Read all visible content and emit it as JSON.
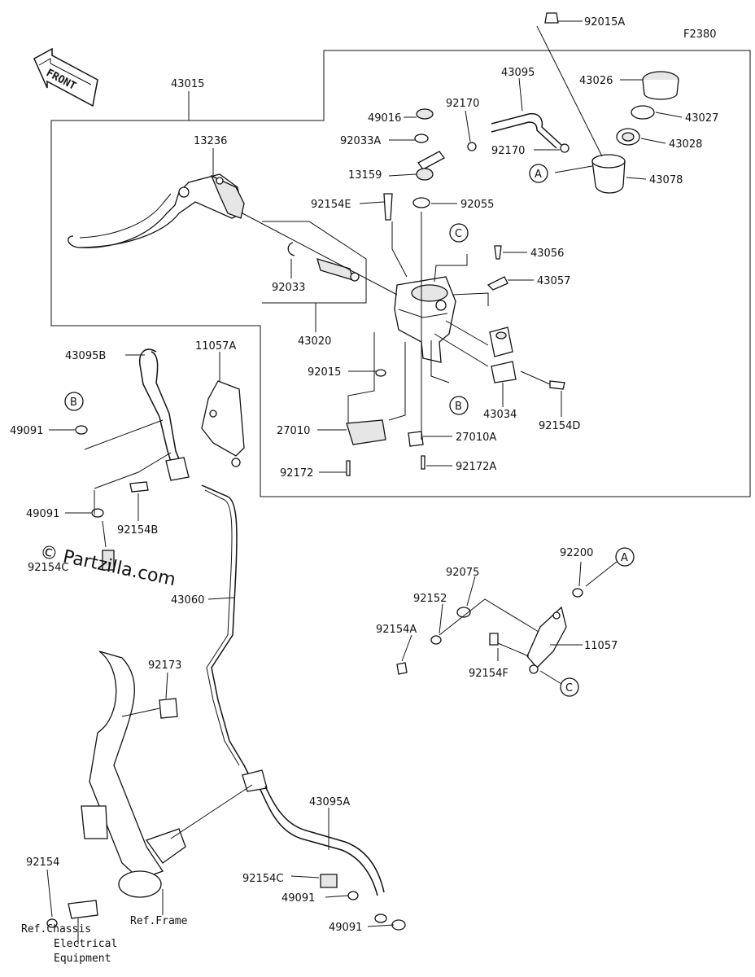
{
  "figure_code": "F2380",
  "front_label": "FRONT",
  "watermark": "© Partzilla.com",
  "callouts": {
    "A1": "A",
    "A2": "A",
    "B1": "B",
    "B2": "B",
    "C1": "C",
    "C2": "C"
  },
  "parts": {
    "p92015A": "92015A",
    "p43015": "43015",
    "p43095": "43095",
    "p43026": "43026",
    "p49016": "49016",
    "p92170a": "92170",
    "p43027": "43027",
    "p92033A": "92033A",
    "p92170b": "92170",
    "p43028": "43028",
    "p13236": "13236",
    "p13159": "13159",
    "p43078": "43078",
    "p92154E": "92154E",
    "p92055": "92055",
    "p43056": "43056",
    "p43057": "43057",
    "p92033": "92033",
    "p43020": "43020",
    "p43095B": "43095B",
    "p11057A": "11057A",
    "p92015": "92015",
    "p43034": "43034",
    "p49091a": "49091",
    "p92154D": "92154D",
    "p27010": "27010",
    "p27010A": "27010A",
    "p92172": "92172",
    "p92172A": "92172A",
    "p49091b": "49091",
    "p92154B": "92154B",
    "p92154Cb": "92154C",
    "p43060": "43060",
    "p92200": "92200",
    "p92075": "92075",
    "p92152": "92152",
    "p92154A": "92154A",
    "p11057": "11057",
    "p92154F": "92154F",
    "p92173": "92173",
    "p43095A": "43095A",
    "p92154": "92154",
    "p92154Cc": "92154C",
    "p49091c": "49091",
    "p49091d": "49091"
  },
  "refs": {
    "chassis1": "Ref.Chassis",
    "chassis2": "Electrical",
    "chassis3": "Equipment",
    "frame": "Ref.Frame"
  }
}
